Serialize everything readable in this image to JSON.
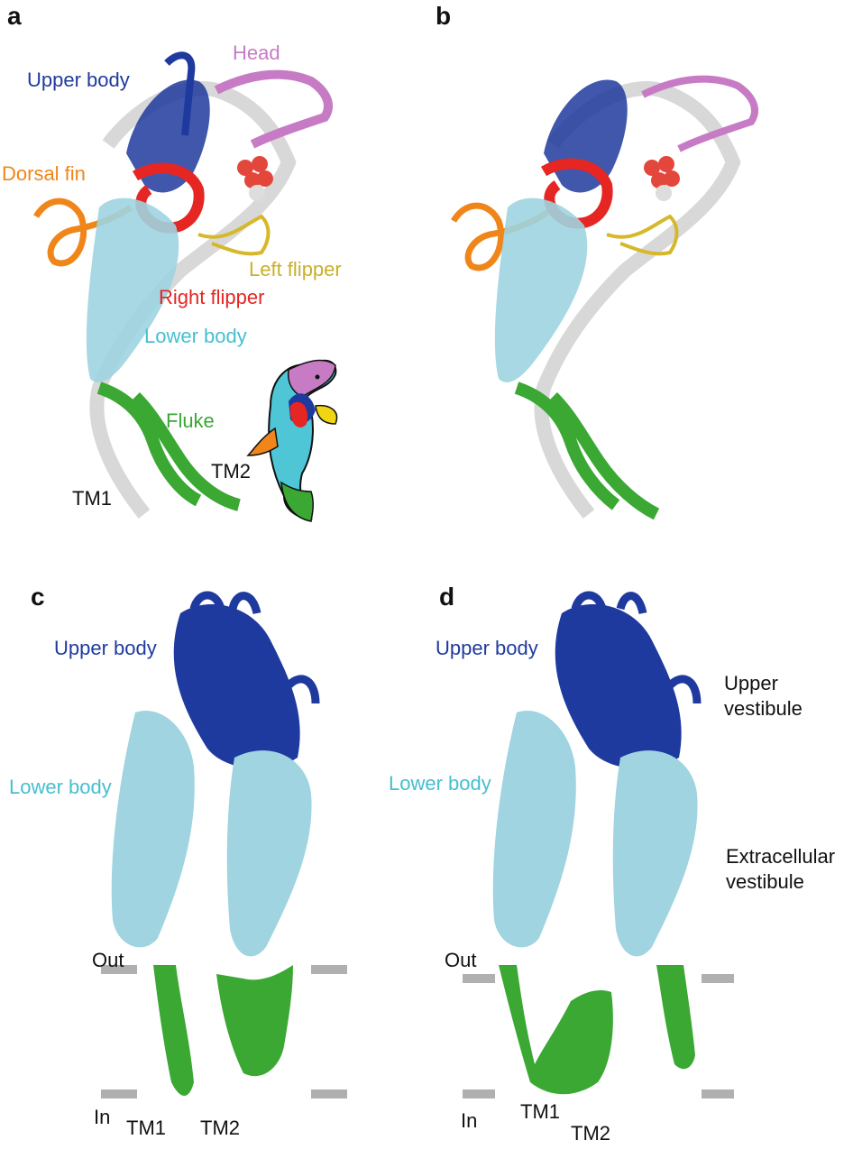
{
  "panels": {
    "a": {
      "letter": "a",
      "labels": {
        "upper_body": "Upper body",
        "head": "Head",
        "dorsal_fin": "Dorsal fin",
        "left_flipper": "Left flipper",
        "right_flipper": "Right flipper",
        "lower_body": "Lower body",
        "fluke": "Fluke",
        "tm1": "TM1",
        "tm2": "TM2"
      }
    },
    "b": {
      "letter": "b"
    },
    "c": {
      "letter": "c",
      "labels": {
        "upper_body": "Upper body",
        "lower_body": "Lower body",
        "out": "Out",
        "in": "In",
        "tm1": "TM1",
        "tm2": "TM2"
      }
    },
    "d": {
      "letter": "d",
      "labels": {
        "upper_body": "Upper body",
        "lower_body": "Lower body",
        "upper_vestibule_1": "Upper",
        "upper_vestibule_2": "vestibule",
        "extracellular_vestibule_1": "Extracellular",
        "extracellular_vestibule_2": "vestibule",
        "out": "Out",
        "in": "In",
        "tm1": "TM1",
        "tm2": "TM2"
      }
    }
  },
  "colors": {
    "head": "#c77bc4",
    "upper_body": "#1f3a9e",
    "dorsal_fin": "#f0861a",
    "left_flipper": "#d6b82a",
    "right_flipper": "#e52622",
    "lower_body": "#4ec6d6",
    "lower_body_cartoon": "#9fd4e0",
    "fluke": "#3aa832",
    "membrane": "#b0b0b0",
    "label_dark": "#111111"
  }
}
